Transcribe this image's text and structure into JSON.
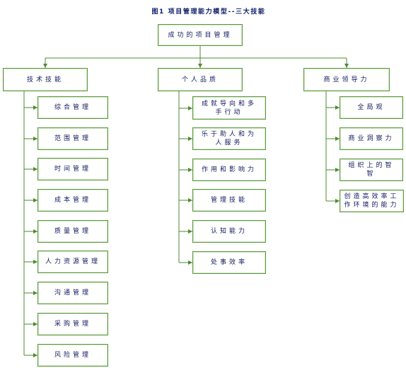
{
  "title": "图1 项目管理能力模型--三大技能",
  "root": "成功的项目管理",
  "categories": [
    {
      "label": "技术技能",
      "items": [
        "综合管理",
        "范围管理",
        "时间管理",
        "成本管理",
        "质量管理",
        "人力资源管理",
        "沟通管理",
        "采购管理",
        "风险管理"
      ]
    },
    {
      "label": "个人品质",
      "items": [
        "成就导向和多\n手行动",
        "乐于助人和为\n人服务",
        "作用和影响力",
        "管理技能",
        "认知能力",
        "处事效率"
      ]
    },
    {
      "label": "商业领导力",
      "items": [
        "全局观",
        "商业洞察力",
        "组织上的智\n智",
        "创造高效率工\n作环境的能力"
      ]
    }
  ],
  "colors": {
    "connector": "#4e8a32",
    "box_border": "#5a9a3c",
    "text": "#101a5c",
    "title": "#10206c"
  }
}
